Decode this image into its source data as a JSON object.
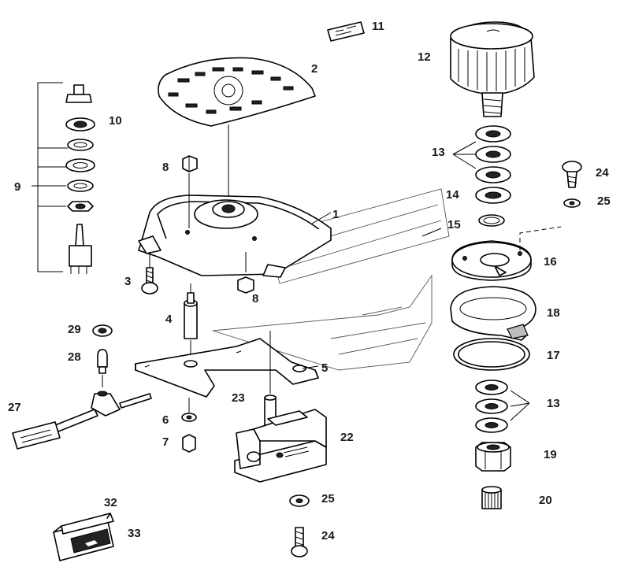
{
  "callouts": {
    "c1": "1",
    "c2": "2",
    "c3": "3",
    "c4": "4",
    "c5": "5",
    "c6": "6",
    "c7": "7",
    "c8a": "8",
    "c8b": "8",
    "c9": "9",
    "c10": "10",
    "c11": "11",
    "c12": "12",
    "c13a": "13",
    "c13b": "13",
    "c14": "14",
    "c15": "15",
    "c16": "16",
    "c17": "17",
    "c18": "18",
    "c19": "19",
    "c20": "20",
    "c22": "22",
    "c23": "23",
    "c24a": "24",
    "c24b": "24",
    "c25a": "25",
    "c25b": "25",
    "c27": "27",
    "c28": "28",
    "c29": "29",
    "c32": "32",
    "c33": "33"
  },
  "colors": {
    "ink": "#000000",
    "paper": "#ffffff",
    "shade": "#bdbdbd"
  }
}
